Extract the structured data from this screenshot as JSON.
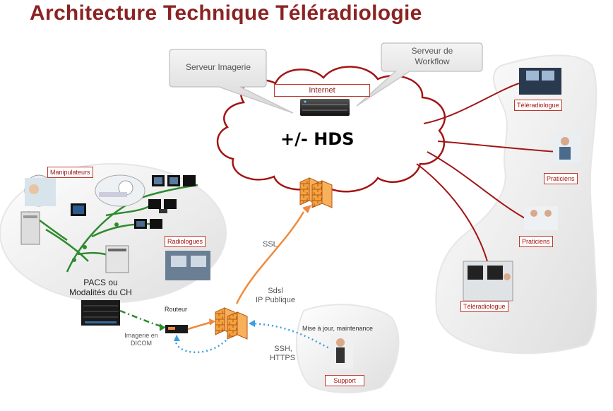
{
  "title": "Architecture Technique Téléradiologie",
  "cloud": {
    "label": "+/- HDS",
    "internet": "Internet"
  },
  "bubbles": {
    "imagerie": "Serveur Imagerie",
    "workflow_line1": "Serveur de",
    "workflow_line2": "Workflow"
  },
  "hospital": {
    "manipulateurs": "Manipulateurs",
    "radiologues": "Radiologues",
    "pacs_line1": "PACS ou",
    "pacs_line2": "Modalités du CH"
  },
  "network": {
    "routeur": "Routeur",
    "imagerie_line1": "Imagerie en",
    "imagerie_line2": "DICOM",
    "ssl": "SSL",
    "sdsl_line1": "Sdsl",
    "sdsl_line2": "IP Publique",
    "ssh_line1": "SSH,",
    "ssh_line2": "HTTPS"
  },
  "support": {
    "maintenance": "Mise à jour, maintenance",
    "label": "Support"
  },
  "remote": {
    "teleradiologue_1": "Téléradiologue",
    "praticiens_1": "Praticiens",
    "praticiens_2": "Praticiens",
    "teleradiologue_2": "Téléradiologue"
  },
  "colors": {
    "title": "#8b2323",
    "link_red": "#a31515",
    "green": "#2e8b2e",
    "orange": "#f08a3a",
    "blue": "#3aa0e0"
  }
}
